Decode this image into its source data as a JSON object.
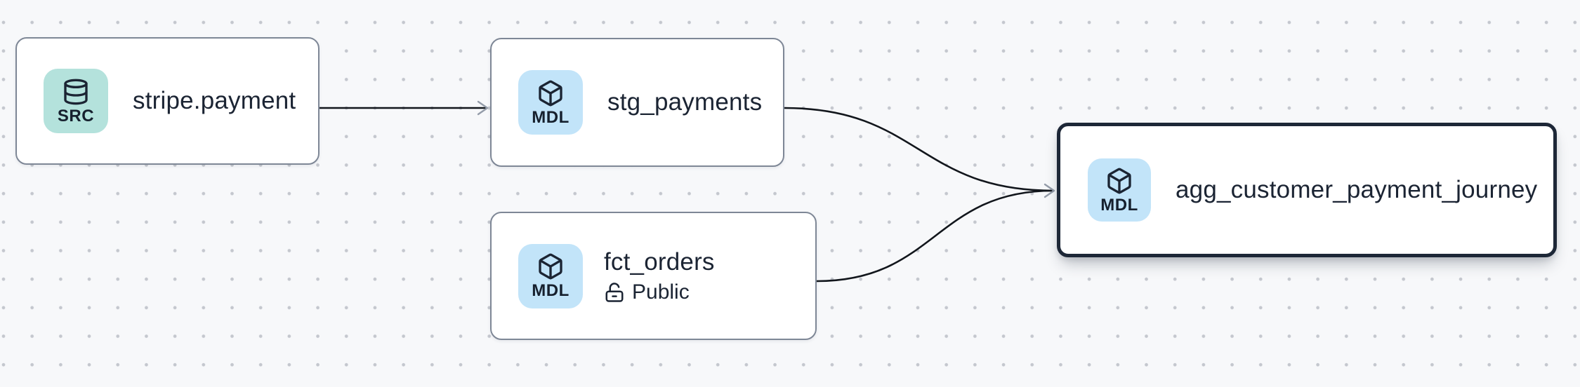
{
  "canvas": {
    "kind": "data-lineage-graph",
    "background_color": "#f7f8fa",
    "dot_color": "#c4c7ce",
    "edge_color": "#12161c",
    "arrowhead_color": "#949ca9",
    "selected_border_color": "#1d2737",
    "node_border_color": "#7e8796"
  },
  "nodes": [
    {
      "id": "stripe_payment",
      "type": "source",
      "badge": "SRC",
      "title": "stripe.payment",
      "icon": "database-icon",
      "badge_bg": "#b4e2dc",
      "selected": false
    },
    {
      "id": "stg_payments",
      "type": "model",
      "badge": "MDL",
      "title": "stg_payments",
      "icon": "cube-icon",
      "badge_bg": "#c2e4f9",
      "selected": false
    },
    {
      "id": "fct_orders",
      "type": "model",
      "badge": "MDL",
      "title": "fct_orders",
      "access": "Public",
      "access_icon": "unlock-icon",
      "icon": "cube-icon",
      "badge_bg": "#c2e4f9",
      "selected": false
    },
    {
      "id": "agg_customer_payment_journey",
      "type": "model",
      "badge": "MDL",
      "title": "agg_customer_payment_journey",
      "icon": "cube-icon",
      "badge_bg": "#c2e4f9",
      "selected": true
    }
  ],
  "edges": [
    {
      "from": "stripe.payment",
      "to": "stg_payments"
    },
    {
      "from": "stg_payments",
      "to": "agg_customer_payment_journey"
    },
    {
      "from": "fct_orders",
      "to": "agg_customer_payment_journey"
    }
  ]
}
